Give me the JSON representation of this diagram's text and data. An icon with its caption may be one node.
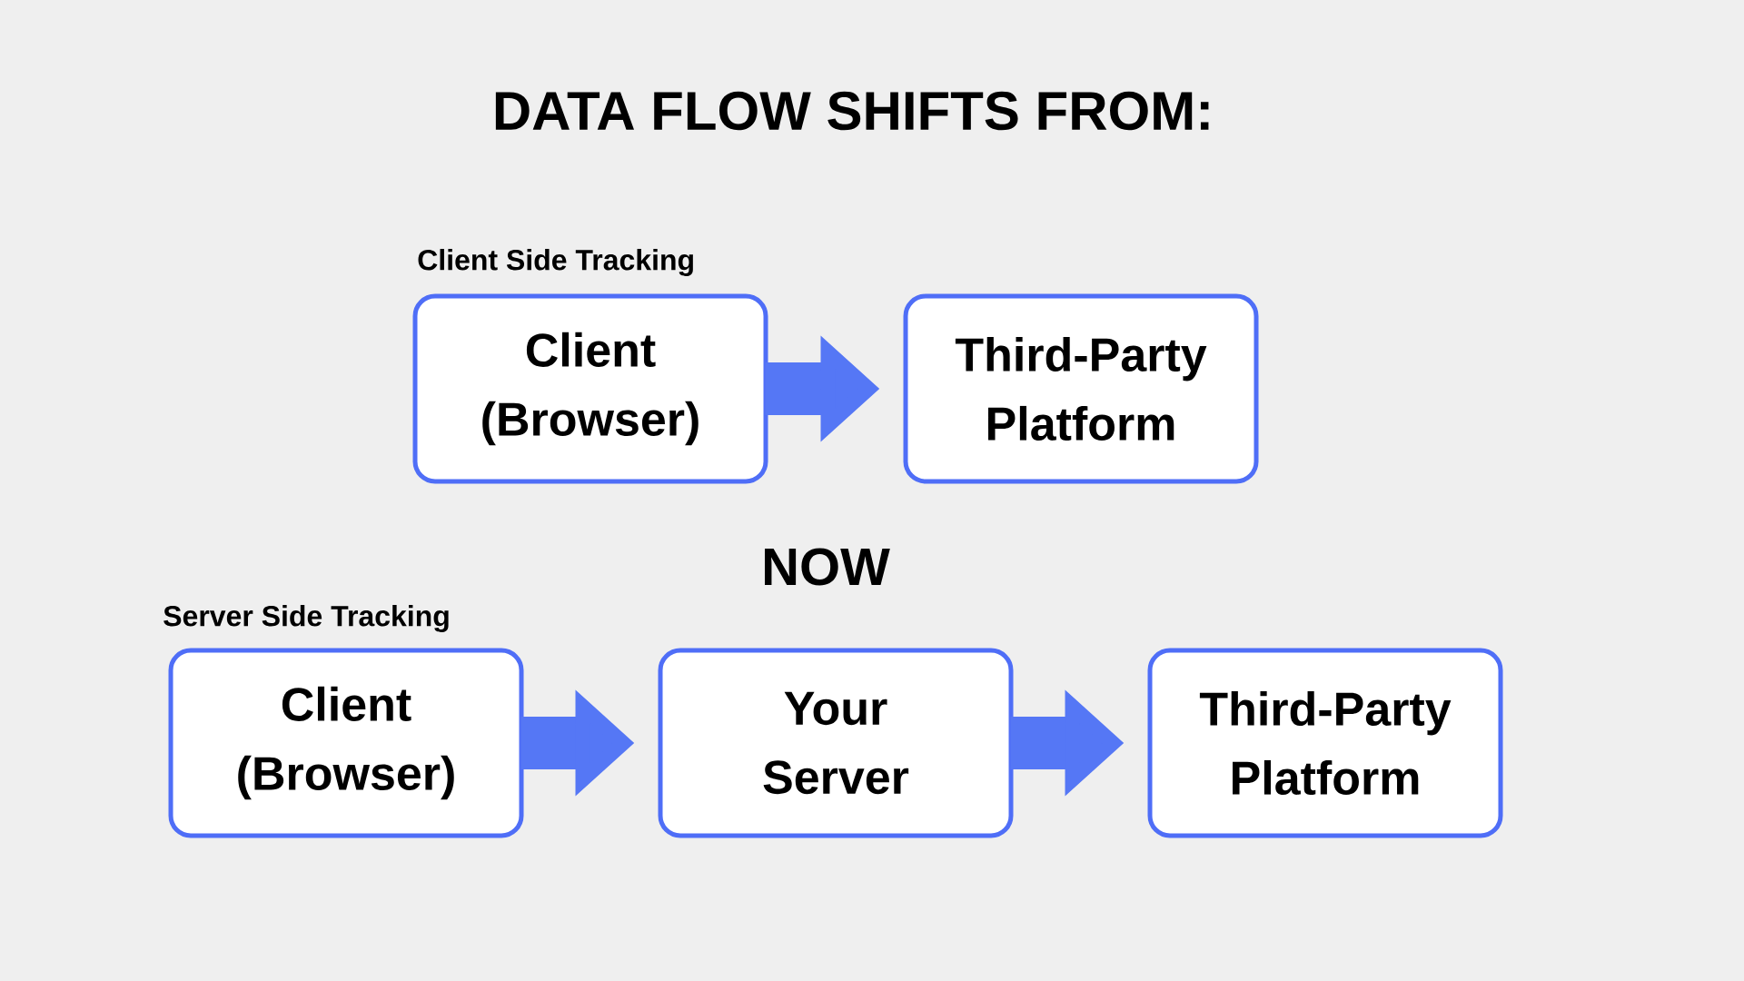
{
  "diagram": {
    "title": "DATA FLOW SHIFTS FROM:",
    "nodes": [
      {
        "text": [
          "Client (Browser)"
        ]
      },
      {
        "text": [
          "Third-Party Platform"
        ]
      },
      {
        "text": [
          "Client (Browser)"
        ]
      },
      {
        "text": [
          "Your Server"
        ]
      },
      {
        "text": [
          "Third-Party Platform"
        ]
      }
    ],
    "edges": [
      {
        "from": 0,
        "to": 1,
        "arrow": "to"
      },
      {
        "from": 2,
        "to": 3,
        "arrow": "to"
      },
      {
        "from": 3,
        "to": 4,
        "arrow": "to"
      }
    ],
    "labels": [
      "Client Side Tracking",
      "NOW",
      "Server Side Tracking"
    ]
  }
}
